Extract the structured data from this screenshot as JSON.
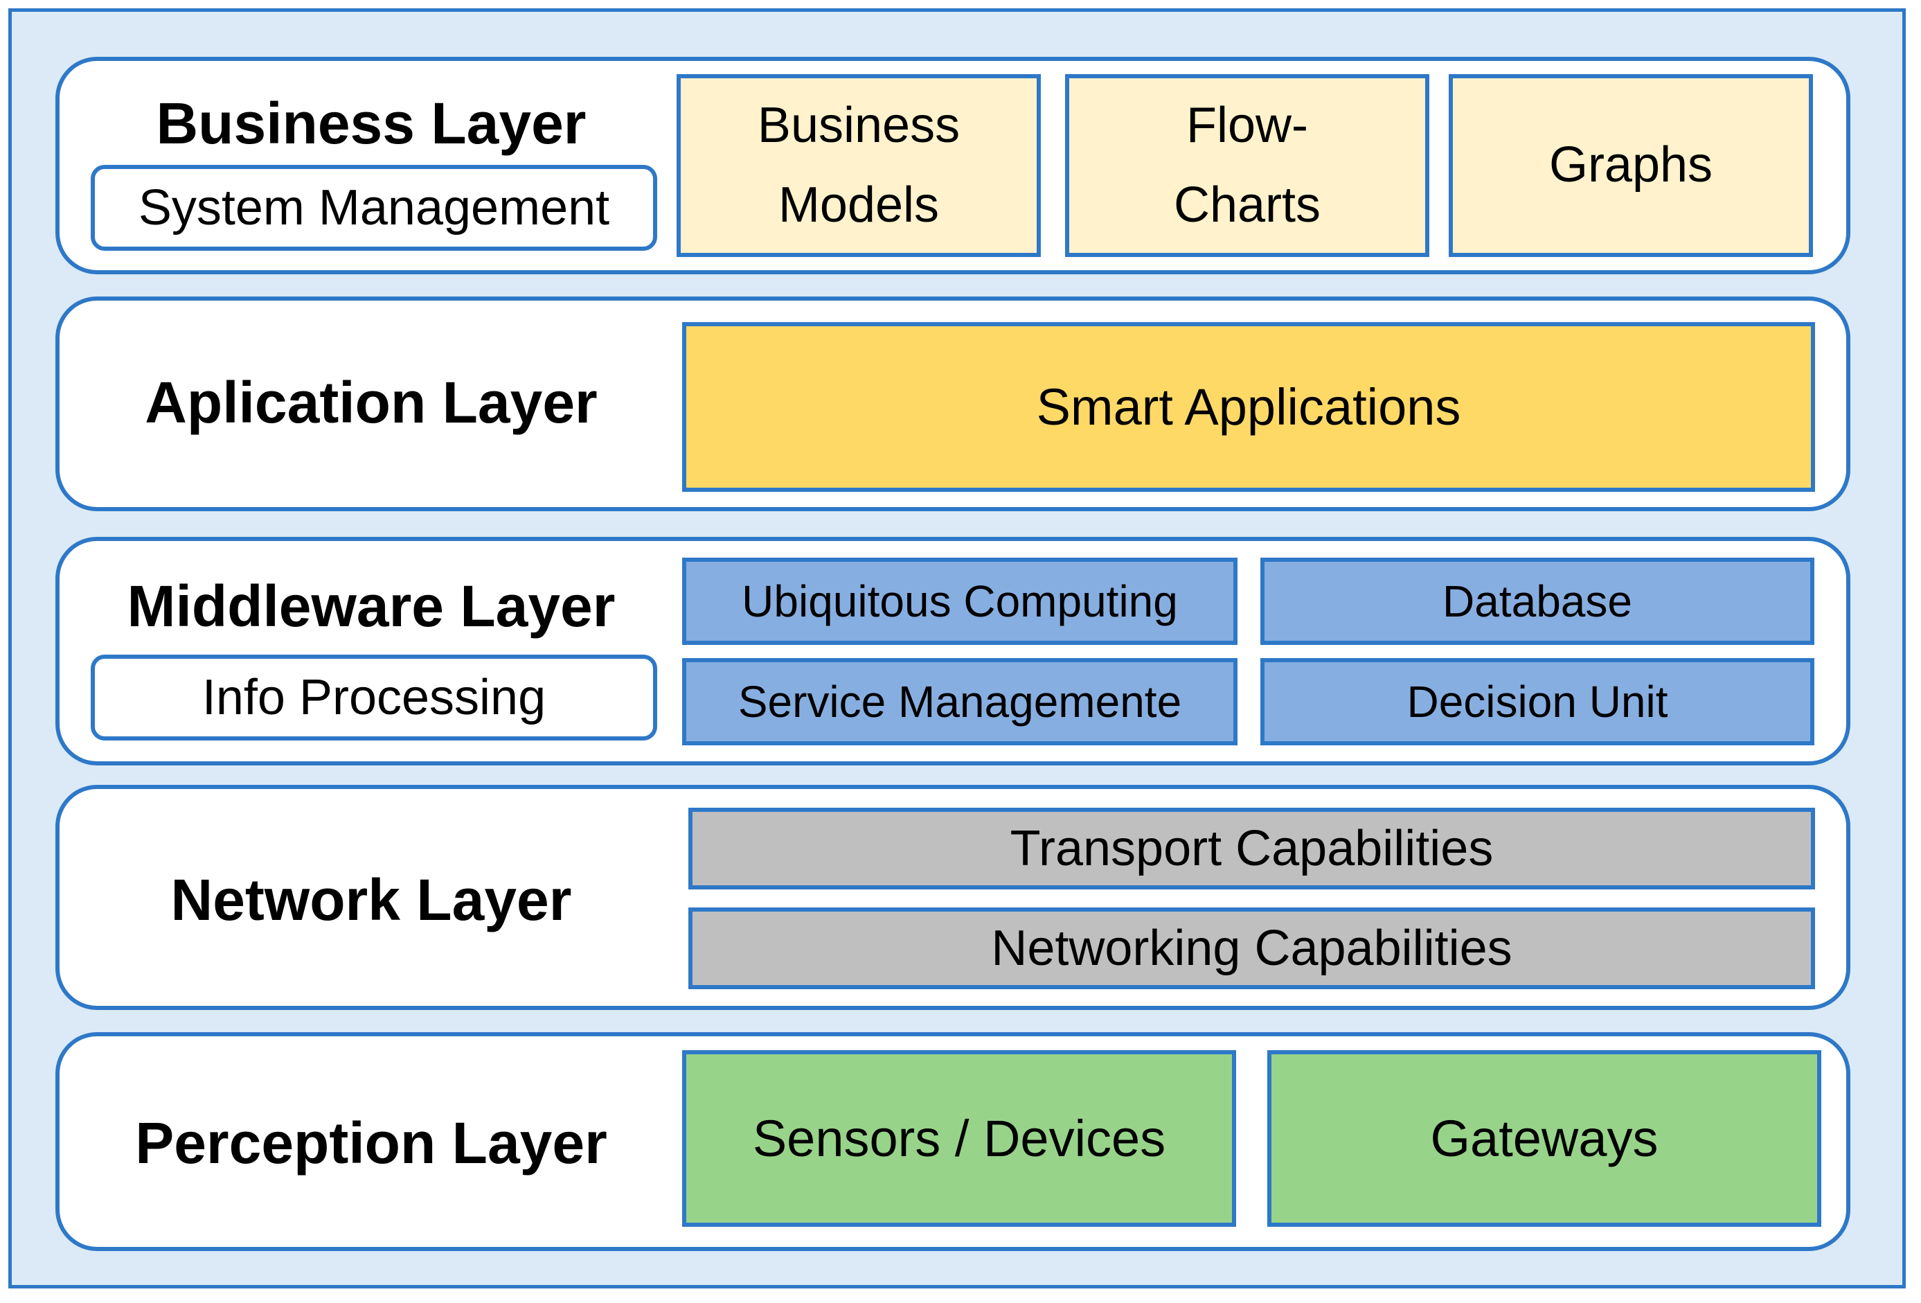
{
  "layers": {
    "business": {
      "title": "Business Layer",
      "sub": "System Management",
      "components": [
        {
          "line1": "Business",
          "line2": "Models"
        },
        {
          "line1": "Flow-",
          "line2": "Charts"
        },
        {
          "line1": "Graphs",
          "line2": ""
        }
      ]
    },
    "application": {
      "title": "Aplication Layer",
      "components": [
        "Smart Applications"
      ]
    },
    "middleware": {
      "title": "Middleware Layer",
      "sub": "Info Processing",
      "components": [
        "Ubiquitous Computing",
        "Database",
        "Service Managemente",
        "Decision Unit"
      ]
    },
    "network": {
      "title": "Network Layer",
      "components": [
        "Transport Capabilities",
        "Networking Capabilities"
      ]
    },
    "perception": {
      "title": "Perception Layer",
      "components": [
        "Sensors / Devices",
        "Gateways"
      ]
    }
  },
  "colors": {
    "frame_bg": "#dbeaf6",
    "border": "#2e78c8",
    "business_fill": "#fff2cc",
    "application_fill": "#ffd966",
    "middleware_fill": "#87aee0",
    "network_fill": "#bfbfbf",
    "perception_fill": "#98d38a"
  }
}
